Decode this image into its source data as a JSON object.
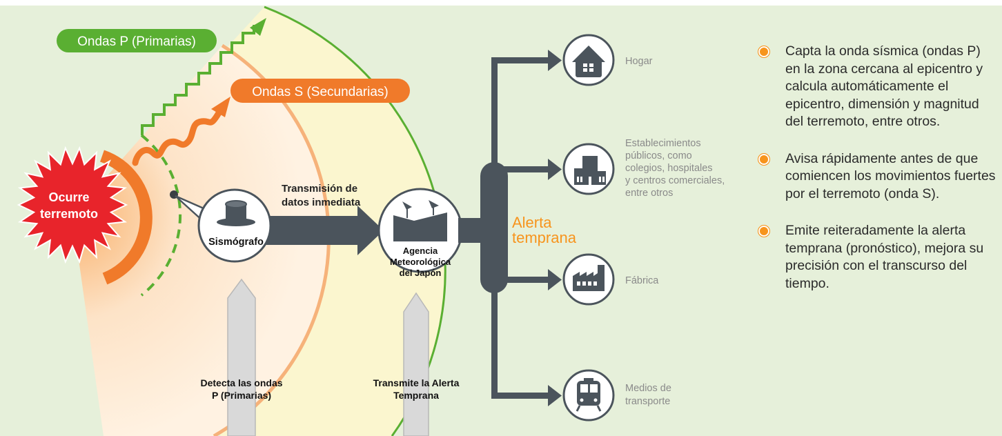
{
  "labels": {
    "p_waves": "Ondas P (Primarias)",
    "s_waves": "Ondas S (Secundarias)",
    "earthquake": "Ocurre terremoto",
    "seismograph": "Sismógrafo",
    "transmission": "Transmisión de datos inmediata",
    "agency": "Agencia Meteorológica del Japón",
    "early_alert": "Alerta temprana",
    "detect": "Detecta las ondas P (Primarias)",
    "transmit": "Transmite la Alerta Temprana"
  },
  "destinations": [
    {
      "icon": "house-icon",
      "label": "Hogar"
    },
    {
      "icon": "public-building-icon",
      "label": "Establecimientos públicos, como colegios, hospitales y centros comerciales, entre otros"
    },
    {
      "icon": "factory-icon",
      "label": "Fábrica"
    },
    {
      "icon": "train-icon",
      "label": "Medios de transporte"
    }
  ],
  "bullets": [
    "Capta la onda sísmica (ondas P) en la zona cercana al epicentro y calcula automáticamente el epicentro, dimensión y magnitud del terremoto, entre otros.",
    "Avisa rápidamente antes de que comiencen los movimientos fuertes por el terremoto (onda S).",
    "Emite reiteradamente la alerta temprana (pronóstico), mejora su precisión con el transcurso del tiempo."
  ],
  "colors": {
    "background": "#e6f0da",
    "p_wave": "#5aaf32",
    "s_wave": "#f07a2a",
    "earthquake": "#e8242b",
    "dark": "#4b545c",
    "alert": "#f7941d"
  }
}
